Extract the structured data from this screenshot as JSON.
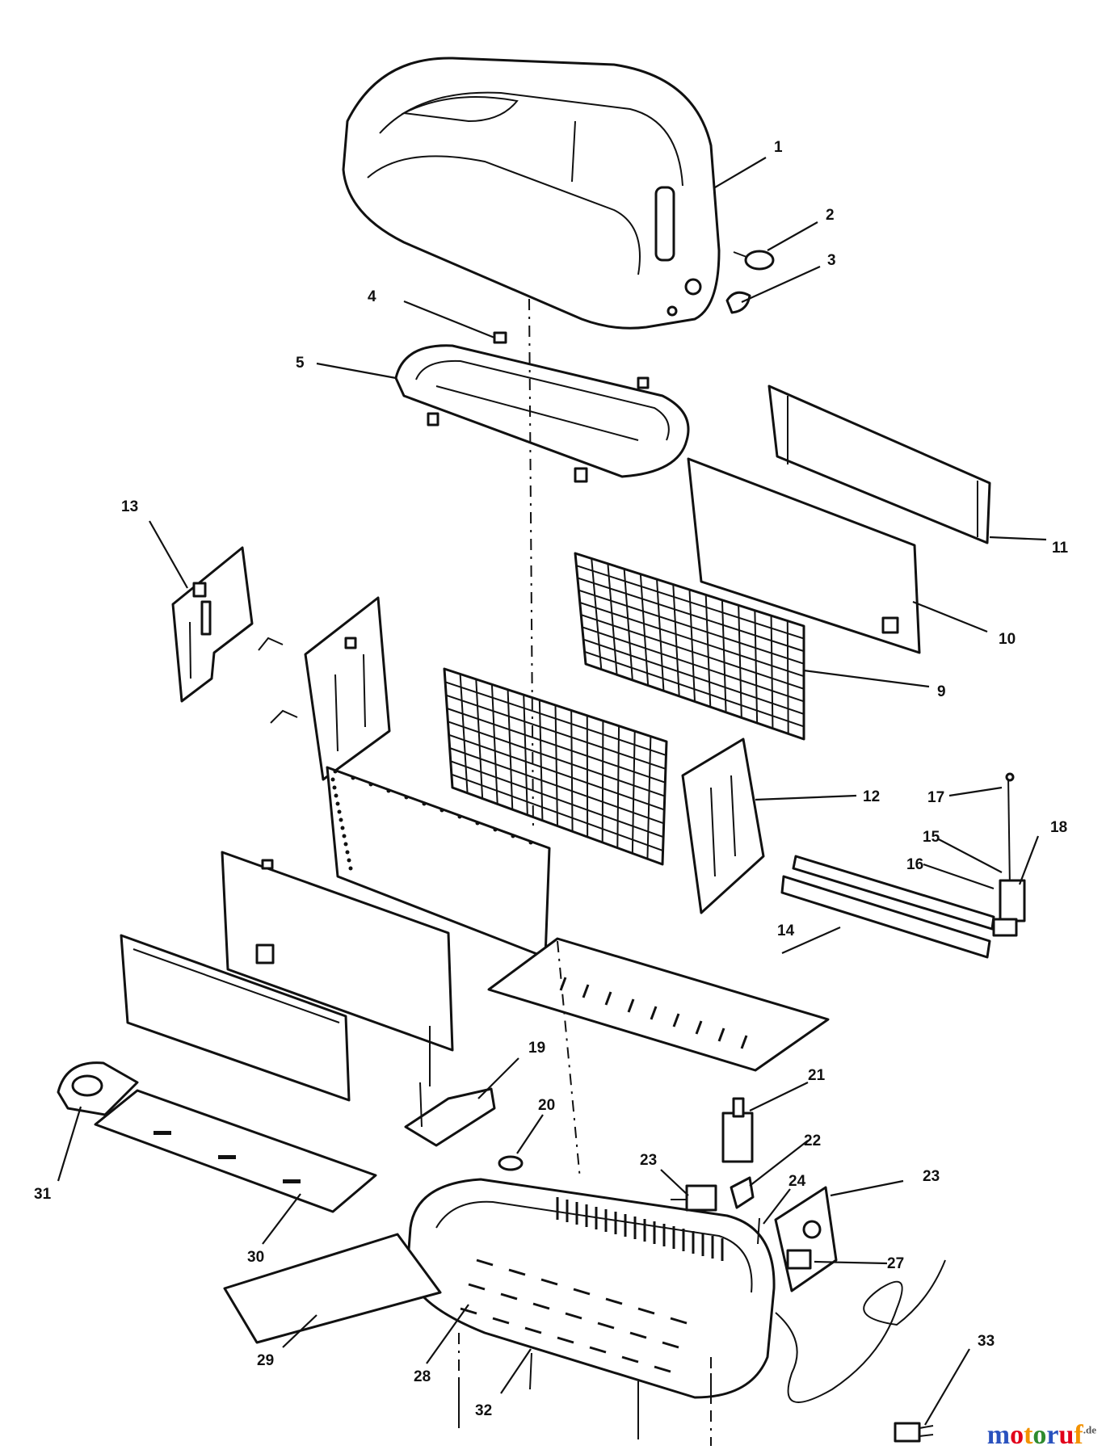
{
  "callouts": [
    {
      "label": "1"
    },
    {
      "label": "2"
    },
    {
      "label": "3"
    },
    {
      "label": "4"
    },
    {
      "label": "5"
    },
    {
      "label": "9"
    },
    {
      "label": "10"
    },
    {
      "label": "11"
    },
    {
      "label": "12"
    },
    {
      "label": "13"
    },
    {
      "label": "14"
    },
    {
      "label": "15"
    },
    {
      "label": "16"
    },
    {
      "label": "17"
    },
    {
      "label": "18"
    },
    {
      "label": "19"
    },
    {
      "label": "20"
    },
    {
      "label": "21"
    },
    {
      "label": "22"
    },
    {
      "label": "23"
    },
    {
      "label": "23"
    },
    {
      "label": "24"
    },
    {
      "label": "27"
    },
    {
      "label": "28"
    },
    {
      "label": "29"
    },
    {
      "label": "30"
    },
    {
      "label": "31"
    },
    {
      "label": "32"
    },
    {
      "label": "33"
    }
  ],
  "watermark": {
    "text": "motoruf",
    "tld": ".de",
    "colors": [
      "#2a52be",
      "#e2001a",
      "#f39200",
      "#2e8b2e",
      "#2a52be",
      "#e2001a",
      "#f39200"
    ]
  }
}
